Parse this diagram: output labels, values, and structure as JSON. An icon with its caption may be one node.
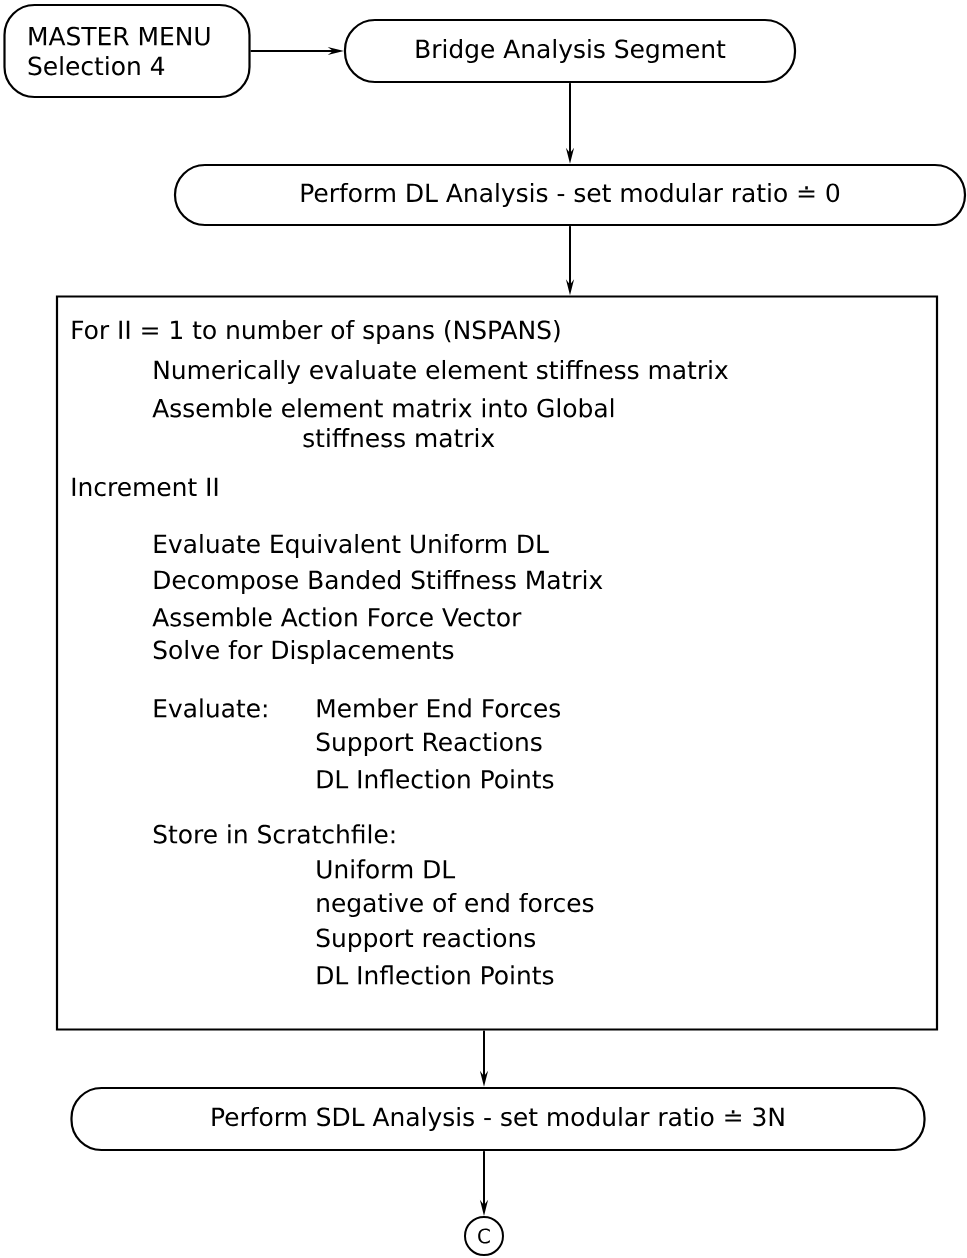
{
  "diagram": {
    "nodes": [
      {
        "text": [
          "MASTER MENU Selection 4"
        ]
      },
      {
        "text": [
          "Bridge Analysis Segment"
        ]
      },
      {
        "text": [
          "Perform DL Analysis - set modular ratio ≐ 0"
        ]
      },
      {
        "text": [
          "For II = 1 to number of spans (NSPANS)",
          "Numerically evaluate element stiffness matrix",
          "Assemble element matrix into Global stiffness matrix",
          "Increment II",
          "Evaluate Equivalent Uniform DL",
          "Decompose Banded Stiffness Matrix",
          "Assemble Action Force Vector",
          "Solve for Displacements",
          "Evaluate:",
          "Member End Forces",
          "Support Reactions",
          "DL Inflection Points",
          "Store in Scratchfile:",
          "Uniform DL",
          "negative of end forces",
          "Support reactions",
          "DL Inflection Points"
        ]
      },
      {
        "text": [
          "Perform SDL Analysis - set modular ratio ≐ 3N"
        ]
      },
      {
        "text": [
          "C"
        ]
      }
    ],
    "edges": [
      {
        "from": 0,
        "to": 1,
        "arrow": "to"
      },
      {
        "from": 1,
        "to": 2,
        "arrow": "to"
      },
      {
        "from": 2,
        "to": 3,
        "arrow": "to"
      },
      {
        "from": 3,
        "to": 4,
        "arrow": "to"
      },
      {
        "from": 4,
        "to": 5,
        "arrow": "to"
      }
    ]
  }
}
